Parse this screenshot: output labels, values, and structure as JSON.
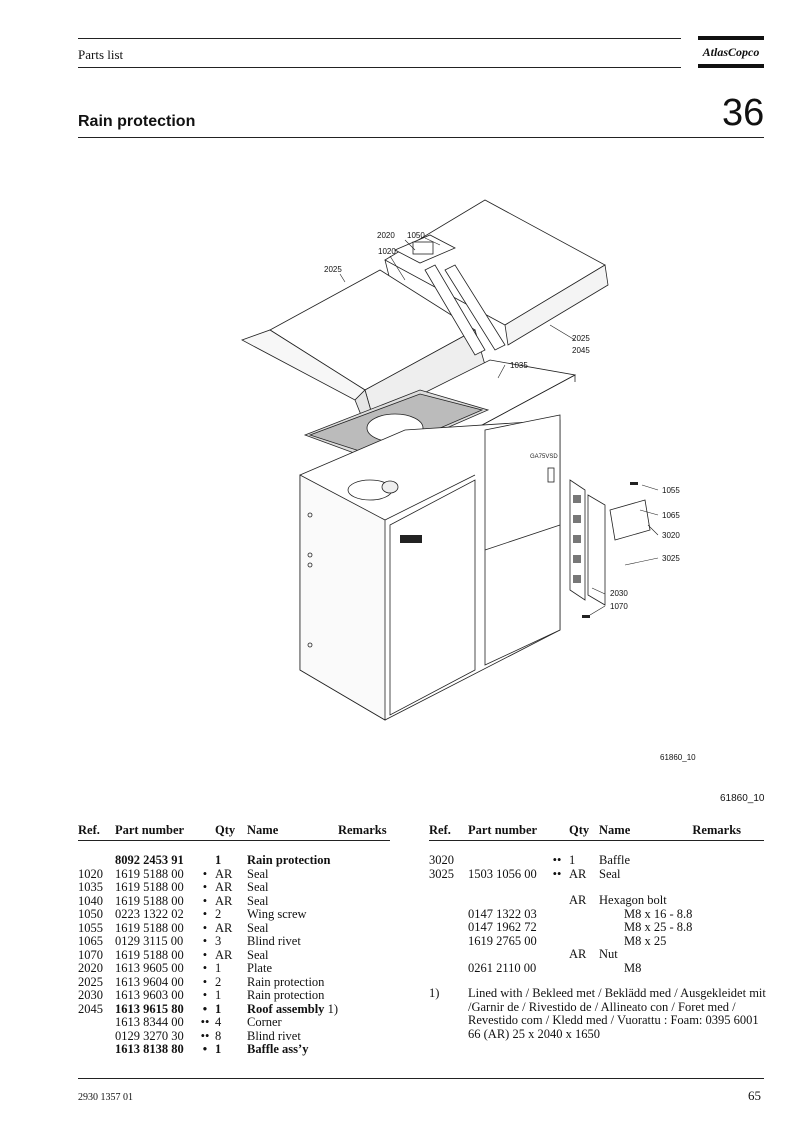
{
  "header": {
    "label": "Parts list",
    "brand": "AtlasCopco"
  },
  "section": {
    "title": "Rain protection",
    "number": "36"
  },
  "drawing": {
    "id_inside": "61860_10",
    "id_outside": "61860_10",
    "callouts": [
      "2020",
      "1050",
      "1020",
      "2025",
      "2025",
      "2045",
      "1035",
      "1055",
      "1065",
      "3020",
      "3025",
      "2030",
      "1070"
    ],
    "panel_text": "GA75VSD"
  },
  "table_headers": {
    "ref": "Ref.",
    "part_number": "Part number",
    "qty": "Qty",
    "name": "Name",
    "remarks": "Remarks"
  },
  "left_rows": [
    {
      "ref": "",
      "part": "8092 2453 91",
      "dots": "",
      "qty": "1",
      "name": "Rain protection",
      "note": "",
      "bold": true
    },
    {
      "ref": "1020",
      "part": "1619 5188 00",
      "dots": "•",
      "qty": "AR",
      "name": "Seal",
      "note": "",
      "bold": false
    },
    {
      "ref": "1035",
      "part": "1619 5188 00",
      "dots": "•",
      "qty": "AR",
      "name": "Seal",
      "note": "",
      "bold": false
    },
    {
      "ref": "1040",
      "part": "1619 5188 00",
      "dots": "•",
      "qty": "AR",
      "name": "Seal",
      "note": "",
      "bold": false
    },
    {
      "ref": "1050",
      "part": "0223 1322 02",
      "dots": "•",
      "qty": "2",
      "name": "Wing screw",
      "note": "",
      "bold": false
    },
    {
      "ref": "1055",
      "part": "1619 5188 00",
      "dots": "•",
      "qty": "AR",
      "name": "Seal",
      "note": "",
      "bold": false
    },
    {
      "ref": "1065",
      "part": "0129 3115 00",
      "dots": "•",
      "qty": "3",
      "name": "Blind rivet",
      "note": "",
      "bold": false
    },
    {
      "ref": "1070",
      "part": "1619 5188 00",
      "dots": "•",
      "qty": "AR",
      "name": "Seal",
      "note": "",
      "bold": false
    },
    {
      "ref": "2020",
      "part": "1613 9605 00",
      "dots": "•",
      "qty": "1",
      "name": "Plate",
      "note": "",
      "bold": false
    },
    {
      "ref": "2025",
      "part": "1613 9604 00",
      "dots": "•",
      "qty": "2",
      "name": "Rain protection",
      "note": "",
      "bold": false
    },
    {
      "ref": "2030",
      "part": "1613 9603 00",
      "dots": "•",
      "qty": "1",
      "name": "Rain protection",
      "note": "",
      "bold": false
    },
    {
      "ref": "2045",
      "part": "1613 9615 80",
      "dots": "•",
      "qty": "1",
      "name": "Roof assembly",
      "note": " 1)",
      "bold": true
    },
    {
      "ref": "",
      "part": "1613 8344 00",
      "dots": "••",
      "qty": "4",
      "name": "Corner",
      "note": "",
      "bold": false
    },
    {
      "ref": "",
      "part": "0129 3270 30",
      "dots": "••",
      "qty": "8",
      "name": "Blind rivet",
      "note": "",
      "bold": false
    },
    {
      "ref": "",
      "part": "1613 8138 80",
      "dots": "•",
      "qty": "1",
      "name": "Baffle ass’y",
      "note": "",
      "bold": true
    }
  ],
  "right_rows": [
    {
      "ref": "3020",
      "part": "",
      "dots": "••",
      "qty": "1",
      "name": "Baffle"
    },
    {
      "ref": "3025",
      "part": "1503 1056 00",
      "dots": "••",
      "qty": "AR",
      "name": "Seal"
    },
    {
      "ref": "",
      "part": "",
      "dots": "",
      "qty": "",
      "name": ""
    },
    {
      "ref": "",
      "part": "",
      "dots": "",
      "qty": "AR",
      "name": "Hexagon bolt"
    },
    {
      "ref": "",
      "part": "0147 1322 03",
      "dots": "",
      "qty": "",
      "name": "M8 x 16 - 8.8"
    },
    {
      "ref": "",
      "part": "0147 1962 72",
      "dots": "",
      "qty": "",
      "name": "M8 x 25 - 8.8"
    },
    {
      "ref": "",
      "part": "1619 2765 00",
      "dots": "",
      "qty": "",
      "name": "M8 x 25"
    },
    {
      "ref": "",
      "part": "",
      "dots": "",
      "qty": "AR",
      "name": "Nut"
    },
    {
      "ref": "",
      "part": "0261 2110 00",
      "dots": "",
      "qty": "",
      "name": "M8"
    }
  ],
  "footnote": {
    "marker": "1)",
    "text": "Lined with / Bekleed met / Beklädd med / Ausgekleidet mit /Garnir de / Rivestido de / Allineato con / Foret med / Revestido com / Kledd med / Vuorattu : Foam: 0395 6001 66 (AR) 25 x 2040 x 1650"
  },
  "footer": {
    "doc_number": "2930 1357 01",
    "page": "65"
  }
}
